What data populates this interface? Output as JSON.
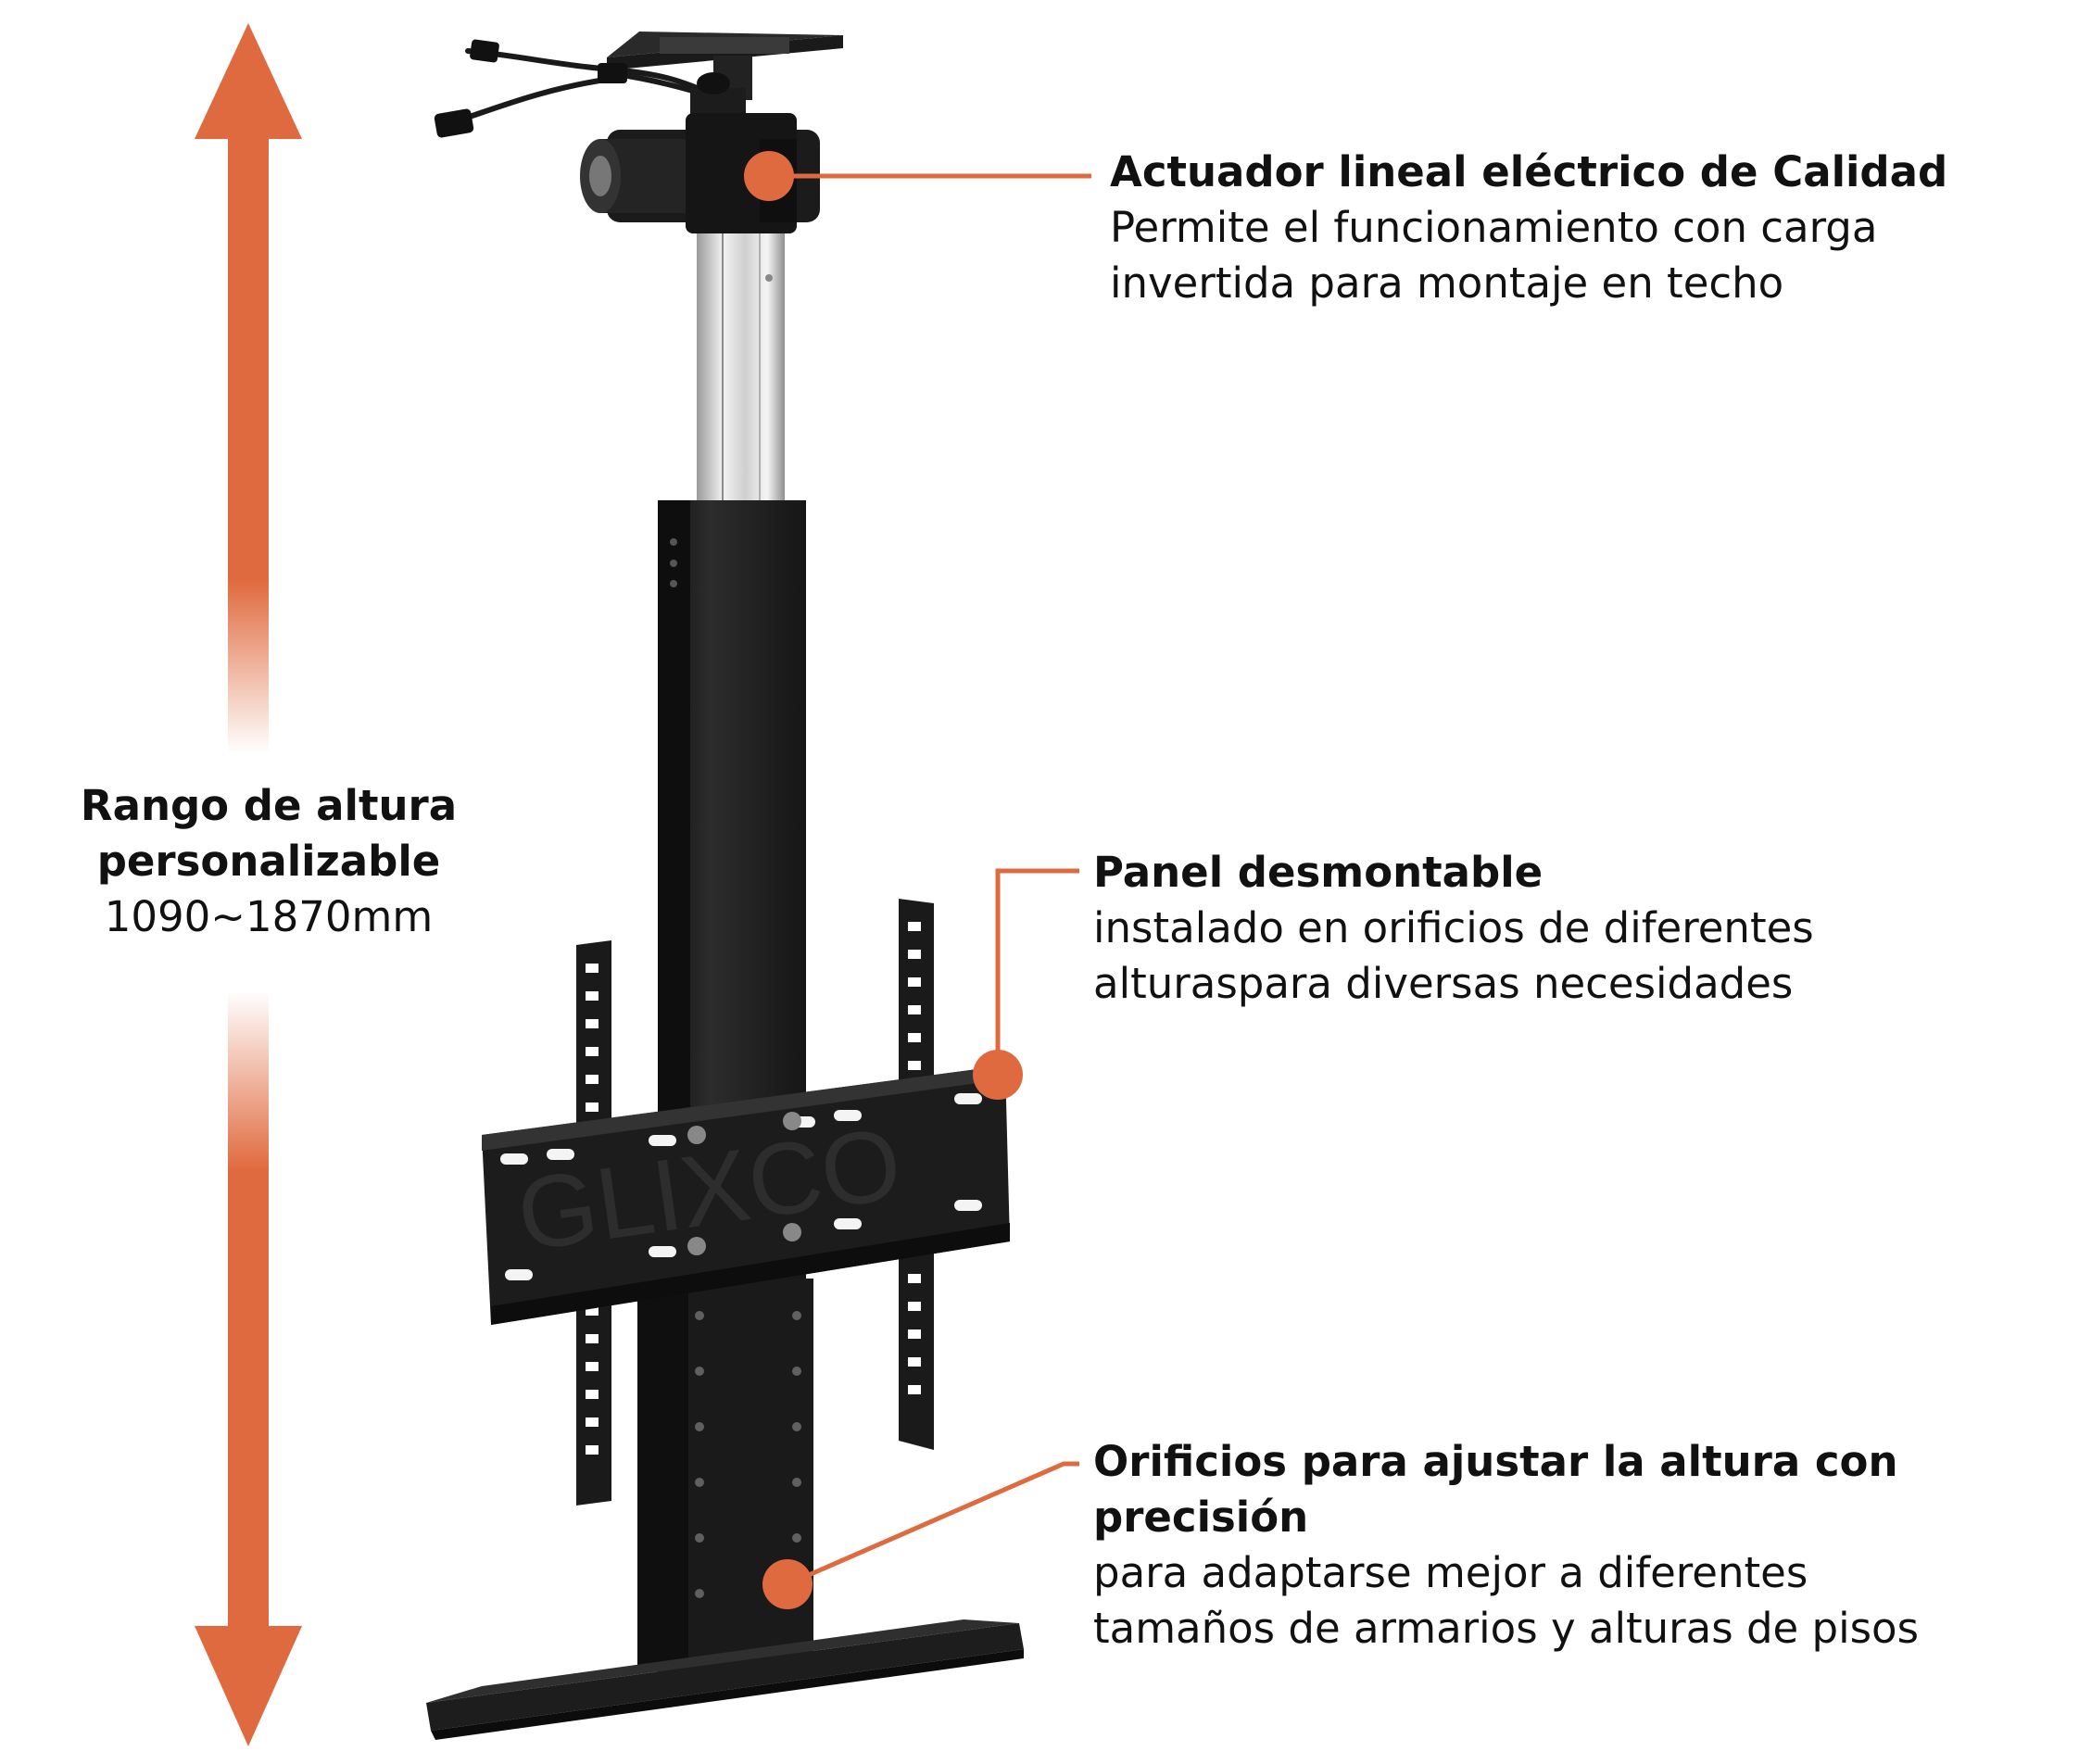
{
  "accent_color": "#E06A3F",
  "product_color": "#1E1E1E",
  "height_range": {
    "title_lines": [
      "Rango de altura",
      "personalizable"
    ],
    "value": "1090~1870mm",
    "arrow_icon": "double-headed-vertical-arrow-icon"
  },
  "callouts": [
    {
      "id": "actuator",
      "title_lines": [
        "Actuador lineal eléctrico de Calidad"
      ],
      "lines": [
        "Permite el funcionamiento con carga",
        "invertida para montaje en techo"
      ]
    },
    {
      "id": "panel",
      "title_lines": [
        "Panel desmontable"
      ],
      "lines": [
        "instalado en orificios de diferentes",
        "alturaspara diversas necesidades"
      ]
    },
    {
      "id": "holes",
      "title_lines": [
        "Orificios para ajustar la altura con",
        "precisión"
      ],
      "lines": [
        "para adaptarse mejor a diferentes",
        "tamaños de armarios y alturas de pisos"
      ]
    }
  ],
  "watermark": "GLIXCO"
}
